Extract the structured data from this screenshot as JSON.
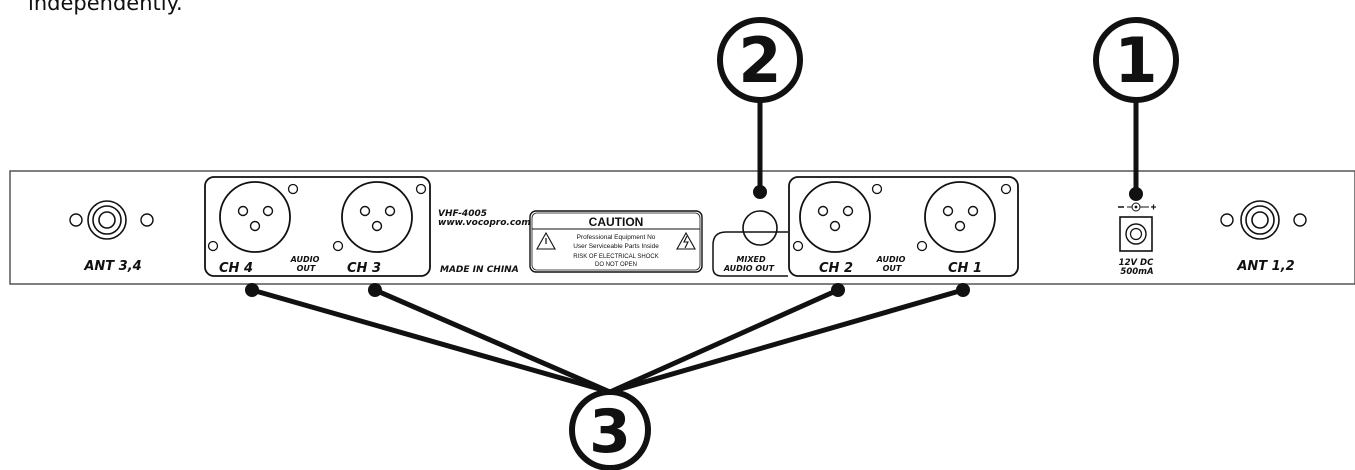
{
  "intro_text": "independently.",
  "callouts": {
    "power": "1",
    "mixed": "2",
    "channels": "3"
  },
  "model": "VHF-4005",
  "website": "www.vocopro.com",
  "made_in": "MADE IN CHINA",
  "caution": {
    "title": "CAUTION",
    "line1": "Professional Equipment No",
    "line2": "User Serviceable Parts Inside",
    "line3": "RISK OF ELECTRICAL SHOCK",
    "line4": "DO NOT OPEN"
  },
  "labels": {
    "ant_left": "ANT 3,4",
    "ant_right": "ANT 1,2",
    "ch4": "CH 4",
    "ch3": "CH 3",
    "ch2": "CH 2",
    "ch1": "CH 1",
    "audio_out_a": "AUDIO",
    "audio_out_b": "OUT",
    "mixed_a": "MIXED",
    "mixed_b": "AUDIO OUT",
    "dc_a": "12V DC",
    "dc_b": "500mA"
  }
}
